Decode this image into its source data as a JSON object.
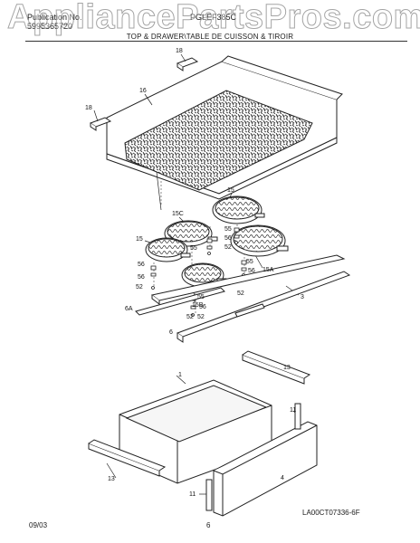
{
  "header": {
    "publication_label": "Publication No.",
    "publication_number": "5995365720",
    "model": "PGLEF385C",
    "section_title": "TOP & DRAWER\\TABLE DE CUISSON & TIROIR"
  },
  "watermark": "AppliancePartsPros.com",
  "callouts": [
    "18",
    "16",
    "18",
    "15",
    "15C",
    "55",
    "56",
    "52",
    "15",
    "55",
    "56",
    "52",
    "55",
    "56",
    "15A",
    "52",
    "3",
    "56",
    "52",
    "15B",
    "55",
    "56",
    "6A",
    "52",
    "6",
    "1",
    "13",
    "11",
    "4",
    "13",
    "11"
  ],
  "footer": {
    "date": "09/03",
    "page": "6",
    "diagram_code": "LA00CT07336-6F"
  }
}
